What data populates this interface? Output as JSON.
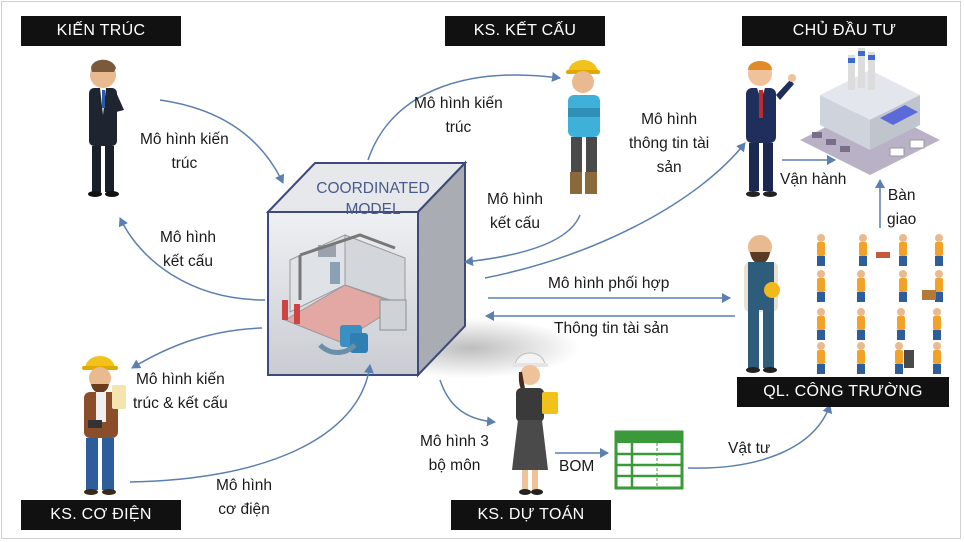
{
  "roles": {
    "architect": "KIẾN TRÚC",
    "structural": "KS. KẾT CẤU",
    "owner": "CHỦ ĐẦU TƯ",
    "mep": "KS. CƠ ĐIỆN",
    "estimator": "KS. DỰ TOÁN",
    "site_manager": "QL. CÔNG TRƯỜNG"
  },
  "center": {
    "line1": "COORDINATED",
    "line2": "MODEL"
  },
  "labels": {
    "arch_model": [
      "Mô hình kiến",
      "trúc"
    ],
    "arch_model_to_structural": [
      "Mô hình kiến",
      "trúc"
    ],
    "structural_model_in": [
      "Mô hình",
      "kết cấu"
    ],
    "structural_model_out": [
      "Mô hình",
      "kết cấu"
    ],
    "asset_info_model": [
      "Mô hình",
      "thông tin tài",
      "sản"
    ],
    "operation": "Vận hành",
    "handover": [
      "Bàn",
      "giao"
    ],
    "coordination_model": "Mô hình phối hợp",
    "asset_info": "Thông tin tài sản",
    "arch_struct_model": [
      "Mô hình kiến",
      "trúc & kết cấu"
    ],
    "mep_model": [
      "Mô hình",
      "cơ điện"
    ],
    "three_discipline_model": [
      "Mô hình 3",
      "bộ môn"
    ],
    "bom": "BOM",
    "materials": "Vật tư"
  },
  "colors": {
    "arrow": "#5b7fb0",
    "box_bg": "#111111",
    "cube_edge": "#3d4a7a",
    "spreadsheet": "#3a9a3a"
  }
}
